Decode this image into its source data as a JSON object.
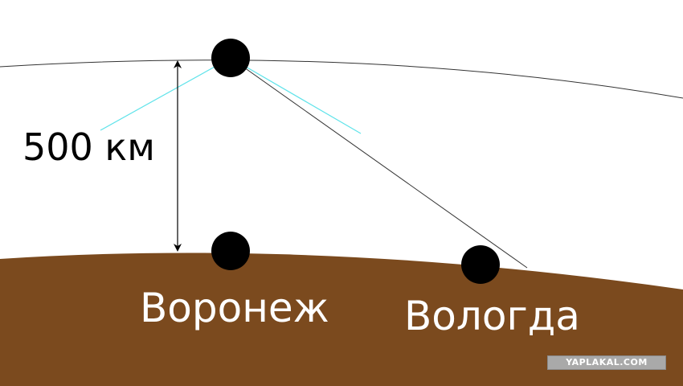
{
  "diagram": {
    "distance_label": "500 км",
    "cities": [
      {
        "name": "Воронеж"
      },
      {
        "name": "Вологда"
      }
    ],
    "watermark": "YAPLAKAL.COM"
  },
  "colors": {
    "ground": "#7b4a1e",
    "orbit_line": "#333333",
    "signal_ray": "#5fe3ea",
    "dot": "#000000",
    "label_on_ground": "#ffffff",
    "background": "#ffffff"
  }
}
